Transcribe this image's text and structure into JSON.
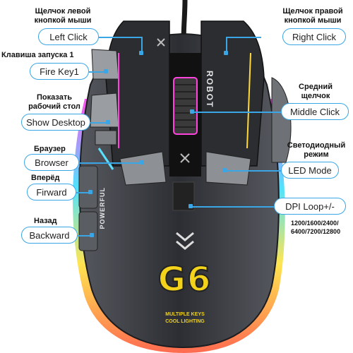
{
  "callouts": {
    "left_click": {
      "caption": "Щелчок левой\nкнопкой мыши",
      "label": "Left Click"
    },
    "right_click": {
      "caption": "Щелчок правой\nкнопкой мыши",
      "label": "Right Click"
    },
    "fire_key": {
      "caption": "Клавиша запуска 1",
      "label": "Fire Key1"
    },
    "show_desktop": {
      "caption": "Показать\nрабочий стол",
      "label": "Show Desktop"
    },
    "middle_click": {
      "caption": "Средний\nщелчок",
      "label": "Middle Click"
    },
    "browser": {
      "caption": "Браузер",
      "label": "Browser"
    },
    "led_mode": {
      "caption": "Светодиодный\nрежим",
      "label": "LED Mode"
    },
    "forward": {
      "caption": "Вперёд",
      "label": "Firward"
    },
    "dpi": {
      "label": "DPI Loop+/-",
      "values": "1200/1600/2400/\n6400/7200/12800"
    },
    "backward": {
      "caption": "Назад",
      "label": "Backward"
    }
  },
  "product": {
    "model": "G6",
    "brand_top": "ROBOT",
    "brand_side": "POWERFUL",
    "tagline_1": "MULTIPLE KEYS",
    "tagline_2": "COOL LIGHTING"
  },
  "colors": {
    "accent": "#3aa6e6",
    "body": "#3d3f44",
    "button": "#8d9094",
    "logo_yellow": "#f2d21a"
  }
}
